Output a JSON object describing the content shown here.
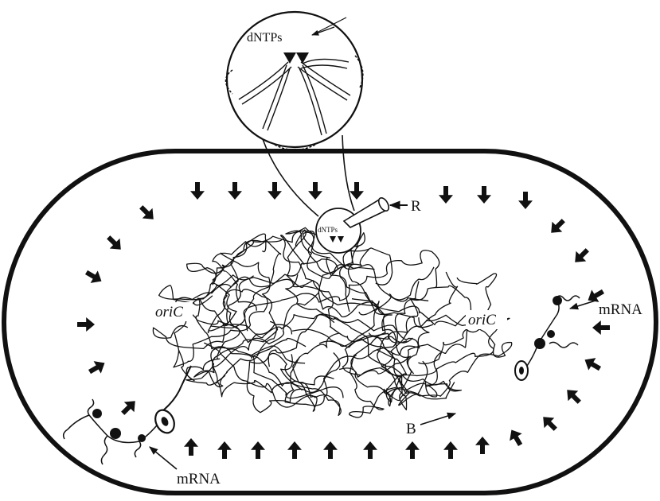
{
  "labels": {
    "dntps_zoom": "dNTPs",
    "dntps_small": "dNTPs",
    "r": "R",
    "mrna_right": "mRNA",
    "mrna_bottom": "mRNA",
    "oric_left": "oriC",
    "oric_right": "oriC",
    "b": "B"
  },
  "colors": {
    "ink": "#111111",
    "background": "#ffffff"
  },
  "icons": [
    "inward-arrow-icon",
    "ribosome-icon",
    "pointer-arrow-icon"
  ]
}
